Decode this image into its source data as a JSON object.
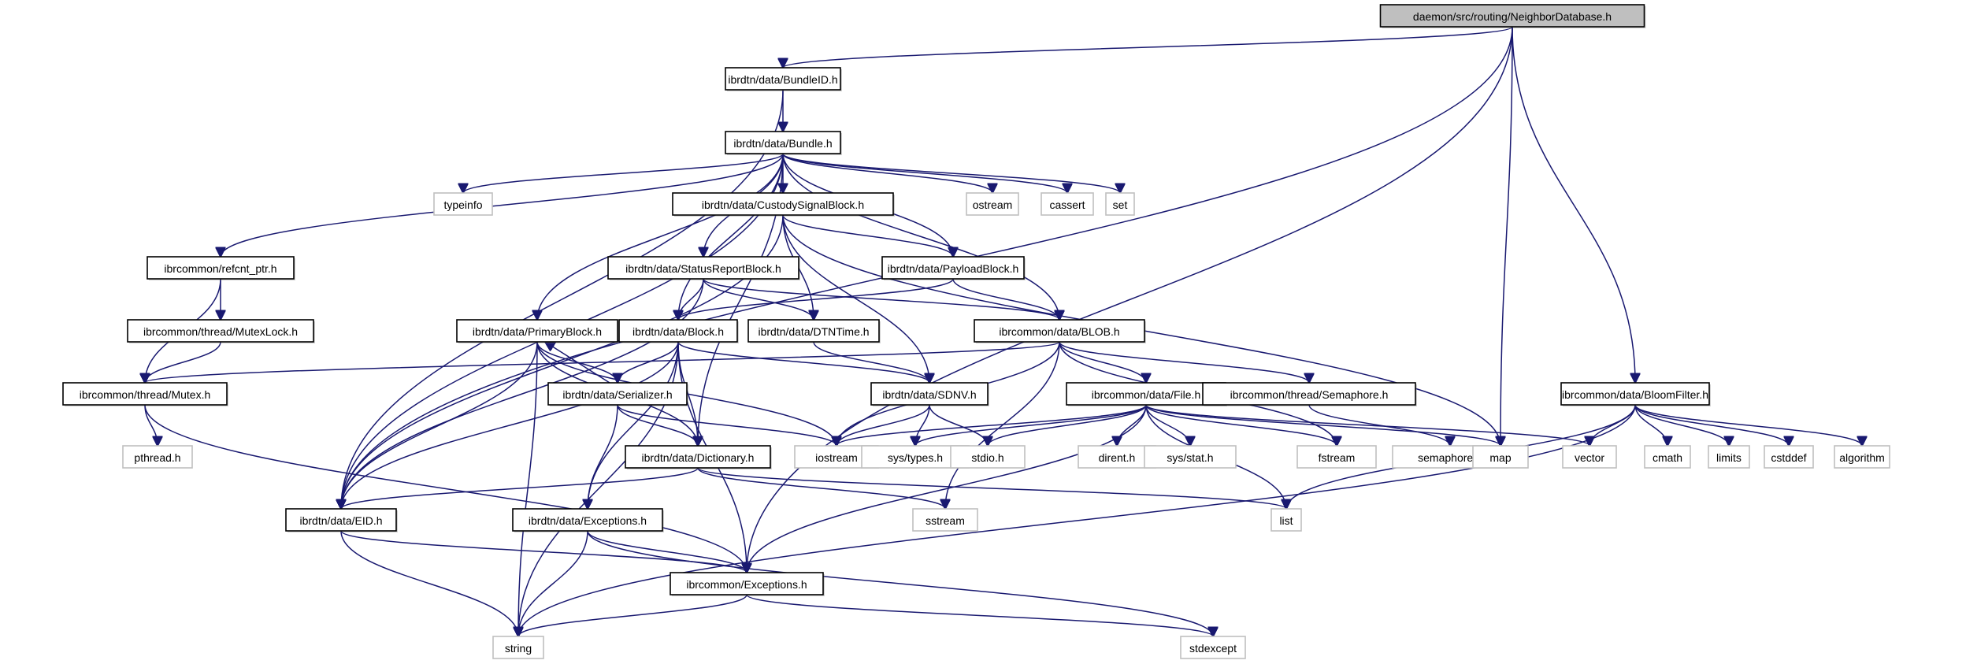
{
  "title": "daemon/src/routing/NeighborDatabase.h include dependency graph",
  "colors": {
    "edge": "#191970",
    "root_fill": "#bfbfbf",
    "node_border": "#000000",
    "system_border": "#bfbfbf"
  },
  "nodes": [
    {
      "id": "root",
      "label": "daemon/src/routing/NeighborDatabase.h",
      "kind": "root"
    },
    {
      "id": "bundleid",
      "label": "ibrdtn/data/BundleID.h",
      "kind": "project"
    },
    {
      "id": "bundle",
      "label": "ibrdtn/data/Bundle.h",
      "kind": "project"
    },
    {
      "id": "typeinfo",
      "label": "typeinfo",
      "kind": "system"
    },
    {
      "id": "custody",
      "label": "ibrdtn/data/CustodySignalBlock.h",
      "kind": "project"
    },
    {
      "id": "ostream",
      "label": "ostream",
      "kind": "system"
    },
    {
      "id": "cassert",
      "label": "cassert",
      "kind": "system"
    },
    {
      "id": "set",
      "label": "set",
      "kind": "system"
    },
    {
      "id": "refcnt",
      "label": "ibrcommon/refcnt_ptr.h",
      "kind": "project"
    },
    {
      "id": "status",
      "label": "ibrdtn/data/StatusReportBlock.h",
      "kind": "project"
    },
    {
      "id": "payload",
      "label": "ibrdtn/data/PayloadBlock.h",
      "kind": "project"
    },
    {
      "id": "mutexlock",
      "label": "ibrcommon/thread/MutexLock.h",
      "kind": "project"
    },
    {
      "id": "primary",
      "label": "ibrdtn/data/PrimaryBlock.h",
      "kind": "project"
    },
    {
      "id": "block",
      "label": "ibrdtn/data/Block.h",
      "kind": "project"
    },
    {
      "id": "dtntime",
      "label": "ibrdtn/data/DTNTime.h",
      "kind": "project"
    },
    {
      "id": "blob",
      "label": "ibrcommon/data/BLOB.h",
      "kind": "project"
    },
    {
      "id": "mutex",
      "label": "ibrcommon/thread/Mutex.h",
      "kind": "project"
    },
    {
      "id": "serializer",
      "label": "ibrdtn/data/Serializer.h",
      "kind": "project"
    },
    {
      "id": "sdnv",
      "label": "ibrdtn/data/SDNV.h",
      "kind": "project"
    },
    {
      "id": "file",
      "label": "ibrcommon/data/File.h",
      "kind": "project"
    },
    {
      "id": "semaphore",
      "label": "ibrcommon/thread/Semaphore.h",
      "kind": "project"
    },
    {
      "id": "bloom",
      "label": "ibrcommon/data/BloomFilter.h",
      "kind": "project"
    },
    {
      "id": "pthread",
      "label": "pthread.h",
      "kind": "system"
    },
    {
      "id": "dictionary",
      "label": "ibrdtn/data/Dictionary.h",
      "kind": "project"
    },
    {
      "id": "iostream",
      "label": "iostream",
      "kind": "system"
    },
    {
      "id": "systypes",
      "label": "sys/types.h",
      "kind": "system"
    },
    {
      "id": "stdio",
      "label": "stdio.h",
      "kind": "system"
    },
    {
      "id": "dirent",
      "label": "dirent.h",
      "kind": "system"
    },
    {
      "id": "sysstat",
      "label": "sys/stat.h",
      "kind": "system"
    },
    {
      "id": "fstream",
      "label": "fstream",
      "kind": "system"
    },
    {
      "id": "semaphoreh",
      "label": "semaphore.h",
      "kind": "system"
    },
    {
      "id": "map",
      "label": "map",
      "kind": "system"
    },
    {
      "id": "vector",
      "label": "vector",
      "kind": "system"
    },
    {
      "id": "cmath",
      "label": "cmath",
      "kind": "system"
    },
    {
      "id": "limits",
      "label": "limits",
      "kind": "system"
    },
    {
      "id": "cstddef",
      "label": "cstddef",
      "kind": "system"
    },
    {
      "id": "algorithm",
      "label": "algorithm",
      "kind": "system"
    },
    {
      "id": "eid",
      "label": "ibrdtn/data/EID.h",
      "kind": "project"
    },
    {
      "id": "exceptions",
      "label": "ibrdtn/data/Exceptions.h",
      "kind": "project"
    },
    {
      "id": "sstream",
      "label": "sstream",
      "kind": "system"
    },
    {
      "id": "list",
      "label": "list",
      "kind": "system"
    },
    {
      "id": "icexceptions",
      "label": "ibrcommon/Exceptions.h",
      "kind": "project"
    },
    {
      "id": "string",
      "label": "string",
      "kind": "system"
    },
    {
      "id": "stdexcept",
      "label": "stdexcept",
      "kind": "system"
    }
  ],
  "edges": [
    [
      "root",
      "bundleid"
    ],
    [
      "root",
      "eid"
    ],
    [
      "root",
      "map"
    ],
    [
      "root",
      "bloom"
    ],
    [
      "root",
      "icexceptions"
    ],
    [
      "bundleid",
      "bundle"
    ],
    [
      "bundleid",
      "eid"
    ],
    [
      "bundle",
      "typeinfo"
    ],
    [
      "bundle",
      "custody"
    ],
    [
      "bundle",
      "ostream"
    ],
    [
      "bundle",
      "cassert"
    ],
    [
      "bundle",
      "set"
    ],
    [
      "bundle",
      "refcnt"
    ],
    [
      "bundle",
      "status"
    ],
    [
      "bundle",
      "payload"
    ],
    [
      "bundle",
      "primary"
    ],
    [
      "bundle",
      "block"
    ],
    [
      "bundle",
      "blob"
    ],
    [
      "bundle",
      "dictionary"
    ],
    [
      "bundle",
      "eid"
    ],
    [
      "custody",
      "payload"
    ],
    [
      "custody",
      "dtntime"
    ],
    [
      "custody",
      "sdnv"
    ],
    [
      "custody",
      "eid"
    ],
    [
      "custody",
      "map"
    ],
    [
      "refcnt",
      "mutexlock"
    ],
    [
      "refcnt",
      "mutex"
    ],
    [
      "status",
      "block"
    ],
    [
      "status",
      "dtntime"
    ],
    [
      "status",
      "blob"
    ],
    [
      "status",
      "eid"
    ],
    [
      "payload",
      "block"
    ],
    [
      "payload",
      "blob"
    ],
    [
      "mutexlock",
      "mutex"
    ],
    [
      "primary",
      "serializer"
    ],
    [
      "primary",
      "dictionary"
    ],
    [
      "primary",
      "eid"
    ],
    [
      "primary",
      "string"
    ],
    [
      "primary",
      "iostream"
    ],
    [
      "block",
      "serializer"
    ],
    [
      "block",
      "sdnv"
    ],
    [
      "block",
      "dictionary"
    ],
    [
      "block",
      "eid"
    ],
    [
      "block",
      "exceptions"
    ],
    [
      "block",
      "string"
    ],
    [
      "block",
      "icexceptions"
    ],
    [
      "dtntime",
      "sdnv"
    ],
    [
      "blob",
      "mutex"
    ],
    [
      "blob",
      "file"
    ],
    [
      "blob",
      "semaphore"
    ],
    [
      "blob",
      "iostream"
    ],
    [
      "blob",
      "sstream"
    ],
    [
      "blob",
      "fstream"
    ],
    [
      "mutex",
      "pthread"
    ],
    [
      "mutex",
      "icexceptions"
    ],
    [
      "serializer",
      "primary"
    ],
    [
      "serializer",
      "dictionary"
    ],
    [
      "serializer",
      "exceptions"
    ],
    [
      "serializer",
      "iostream"
    ],
    [
      "sdnv",
      "iostream"
    ],
    [
      "sdnv",
      "systypes"
    ],
    [
      "sdnv",
      "stdio"
    ],
    [
      "file",
      "iostream"
    ],
    [
      "file",
      "systypes"
    ],
    [
      "file",
      "stdio"
    ],
    [
      "file",
      "dirent"
    ],
    [
      "file",
      "sysstat"
    ],
    [
      "file",
      "fstream"
    ],
    [
      "file",
      "list"
    ],
    [
      "file",
      "map"
    ],
    [
      "file",
      "vector"
    ],
    [
      "file",
      "icexceptions"
    ],
    [
      "semaphore",
      "semaphoreh"
    ],
    [
      "bloom",
      "vector"
    ],
    [
      "bloom",
      "cmath"
    ],
    [
      "bloom",
      "limits"
    ],
    [
      "bloom",
      "cstddef"
    ],
    [
      "bloom",
      "algorithm"
    ],
    [
      "bloom",
      "list"
    ],
    [
      "bloom",
      "string"
    ],
    [
      "dictionary",
      "eid"
    ],
    [
      "dictionary",
      "sstream"
    ],
    [
      "dictionary",
      "list"
    ],
    [
      "eid",
      "icexceptions"
    ],
    [
      "eid",
      "string"
    ],
    [
      "exceptions",
      "icexceptions"
    ],
    [
      "exceptions",
      "string"
    ],
    [
      "exceptions",
      "stdexcept"
    ],
    [
      "icexceptions",
      "string"
    ],
    [
      "icexceptions",
      "stdexcept"
    ]
  ]
}
